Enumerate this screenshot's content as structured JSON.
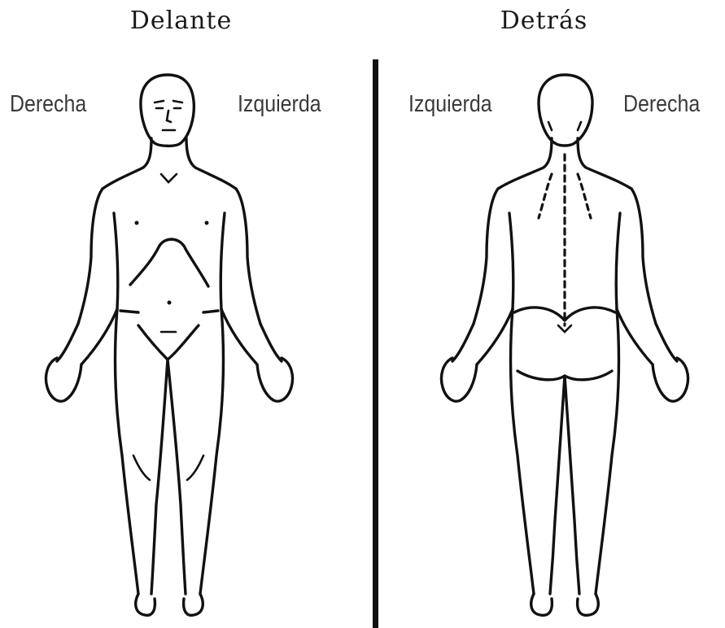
{
  "front": {
    "heading": "Delante",
    "label_left": "Derecha",
    "label_right": "Izquierda"
  },
  "back": {
    "heading": "Detrás",
    "label_left": "Izquierda",
    "label_right": "Derecha"
  }
}
